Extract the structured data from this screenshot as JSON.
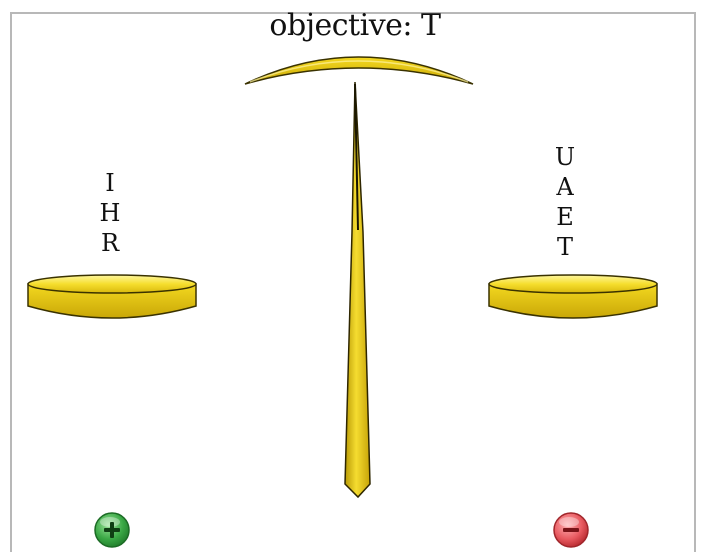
{
  "game": {
    "objective": "objective: T",
    "left_pan": {
      "letters": [
        "I",
        "H",
        "R"
      ]
    },
    "right_pan": {
      "letters": [
        "U",
        "A",
        "E",
        "T"
      ]
    }
  },
  "controls": {
    "plus_icon": "plus-circle-icon",
    "minus_icon": "minus-circle-icon",
    "plus_color": "#2e9e3a",
    "minus_color": "#e0474f"
  },
  "colors": {
    "gold_light": "#f7e64a",
    "gold_dark": "#b59a08",
    "outline": "#3a3200"
  }
}
